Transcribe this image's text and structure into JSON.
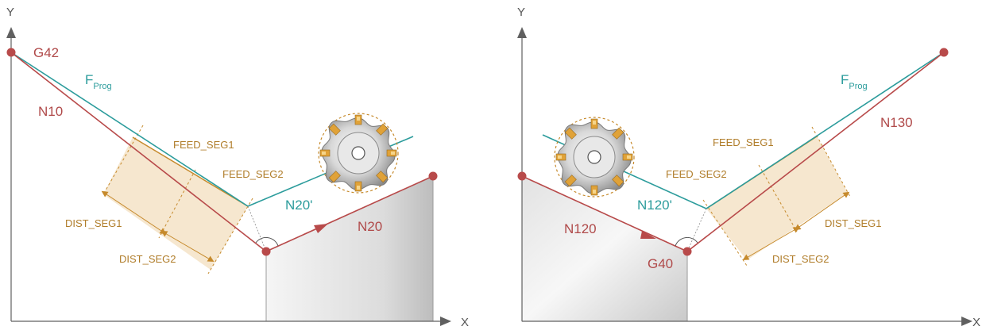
{
  "colors": {
    "path": "#b84a4a",
    "programmed": "#2c9c9c",
    "segment": "#c68a2c",
    "segment_fill": "#f6e7cf",
    "axis": "#606060",
    "workpiece_light": "#f4f4f4",
    "workpiece_dark": "#c4c4c4"
  },
  "axes": {
    "x_label": "X",
    "y_label": "Y"
  },
  "left": {
    "compensation": "G42",
    "block_in": "N10",
    "block_out": "N20",
    "offset_block": "N20'",
    "feed_main": "F",
    "feed_sub": "Prog",
    "feed_seg1": "FEED_SEG1",
    "feed_seg2": "FEED_SEG2",
    "dist_seg1": "DIST_SEG1",
    "dist_seg2": "DIST_SEG2"
  },
  "right": {
    "compensation": "G40",
    "block_in": "N120",
    "block_out": "N130",
    "offset_block": "N120'",
    "feed_main": "F",
    "feed_sub": "Prog",
    "feed_seg1": "FEED_SEG1",
    "feed_seg2": "FEED_SEG2",
    "dist_seg1": "DIST_SEG1",
    "dist_seg2": "DIST_SEG2"
  }
}
